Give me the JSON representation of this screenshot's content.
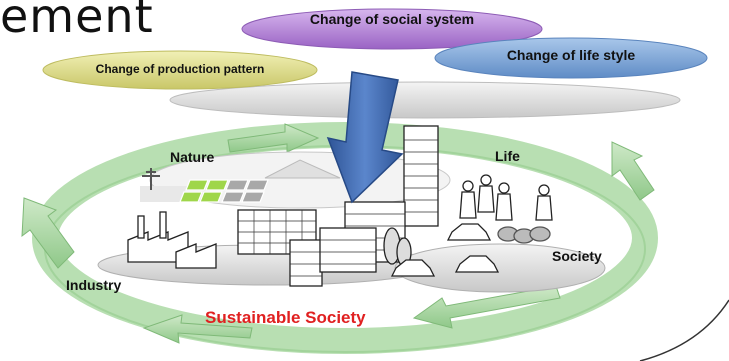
{
  "title_fragment": "ement",
  "drivers": {
    "social": "Change of social system",
    "lifestyle": "Change of life style",
    "production": "Change of production pattern"
  },
  "areas": {
    "nature": "Nature",
    "life": "Life",
    "society": "Society",
    "industry": "Industry"
  },
  "center_label": "Sustainable Society",
  "colors": {
    "social": "#b98ad8",
    "lifestyle": "#7ea6d8",
    "production": "#dede85",
    "cycle_arrows": "#a8d6a0",
    "main_arrow": "#4a73b8",
    "center_label": "#e02020"
  }
}
